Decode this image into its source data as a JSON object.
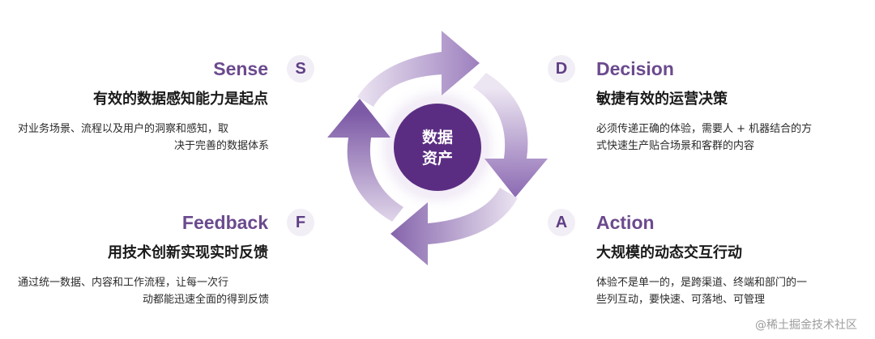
{
  "center": {
    "line1": "数据",
    "line2": "资产"
  },
  "sense": {
    "letter": "S",
    "title": "Sense",
    "subtitle": "有效的数据感知能力是起点",
    "desc_line1": "对业务场景、流程以及用户的洞察和感知，取",
    "desc_line2": "决于完善的数据体系"
  },
  "decision": {
    "letter": "D",
    "title": "Decision",
    "subtitle": "敏捷有效的运营决策",
    "desc_line1": "必须传递正确的体验，需要人 + 机器结合的方",
    "desc_line2": "式快速生产贴合场景和客群的内容"
  },
  "feedback": {
    "letter": "F",
    "title": "Feedback",
    "subtitle": "用技术创新实现实时反馈",
    "desc_line1": "通过统一数据、内容和工作流程，让每一次行",
    "desc_line2": "动都能迅速全面的得到反馈"
  },
  "action": {
    "letter": "A",
    "title": "Action",
    "subtitle": "大规模的动态交互行动",
    "desc_line1": "体验不是单一的，是跨渠道、终端和部门的一",
    "desc_line2": "些列互动，要快速、可落地、可管理"
  },
  "watermark": "@稀土掘金技术社区",
  "colors": {
    "accent": "#6b4a8e",
    "center_fill": "#5b2d82",
    "arrow_dark": "#7d5aa6",
    "arrow_light": "#e9e1f1",
    "badge_bg": "#f2eef6"
  }
}
